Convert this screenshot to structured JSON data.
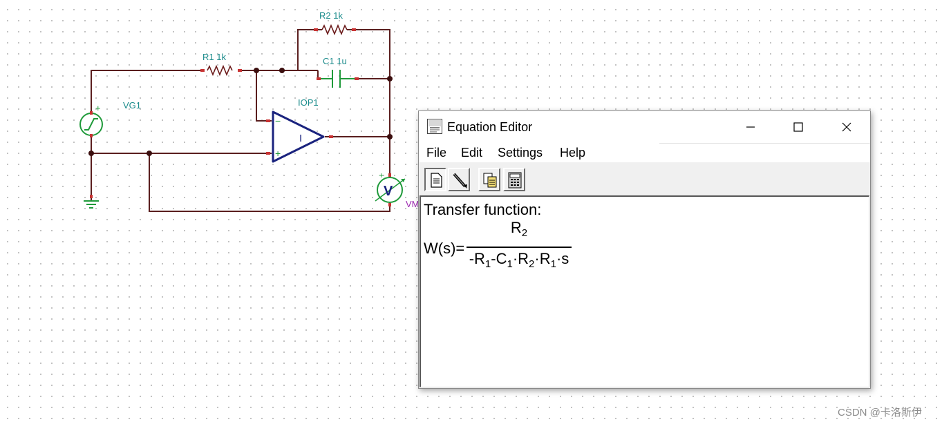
{
  "schematic": {
    "labels": {
      "r2": "R2 1k",
      "c1": "C1 1u",
      "r1": "R1 1k",
      "vg1": "VG1",
      "iop1": "IOP1",
      "vm_partial": "VM",
      "voltmeter_symbol": "V",
      "opamp_symbol": "I",
      "minus": "−",
      "plus": "+"
    }
  },
  "window": {
    "title": "Equation Editor",
    "menu": [
      "File",
      "Edit",
      "Settings",
      "Help"
    ],
    "toolbar": [
      {
        "icon": "document-icon",
        "pressed": true
      },
      {
        "icon": "pencil-icon",
        "pressed": false
      },
      {
        "icon": "copy-icon",
        "pressed": false
      },
      {
        "icon": "calculator-icon",
        "pressed": false
      }
    ],
    "content": {
      "heading": "Transfer function:",
      "lhs": "W(s)=",
      "numerator": {
        "sym": "R",
        "sub": "2"
      },
      "denominator": {
        "lead": "-",
        "terms": [
          {
            "sym": "R",
            "sub": "1",
            "after": "-"
          },
          {
            "sym": "C",
            "sub": "1",
            "after": "·"
          },
          {
            "sym": "R",
            "sub": "2",
            "after": "·"
          },
          {
            "sym": "R",
            "sub": "1",
            "after": "·"
          }
        ],
        "tail": "s"
      }
    }
  },
  "watermark": "CSDN @卡洛斯伊"
}
